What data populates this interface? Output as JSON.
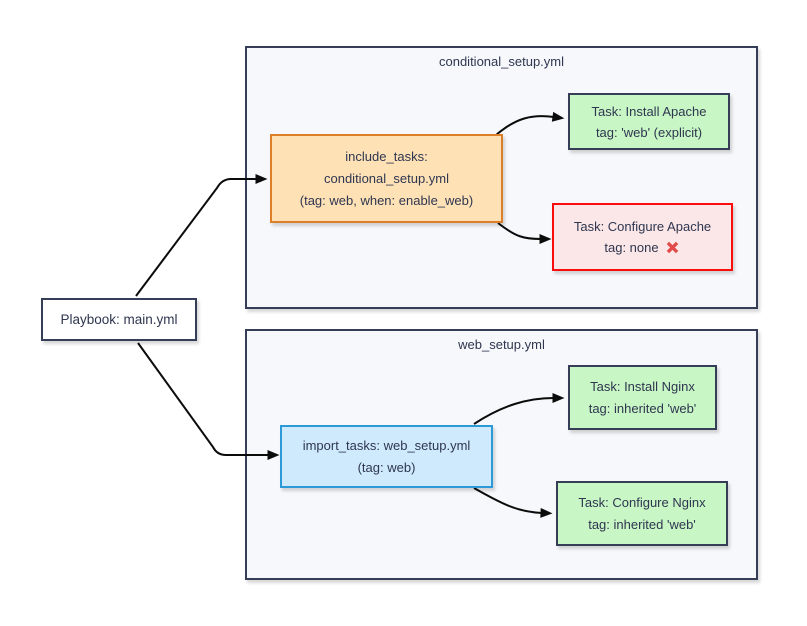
{
  "colors": {
    "stroke_dark": "#363d57",
    "text": "#2e3650",
    "container_fill": "#f7f8fb",
    "orange_fill": "#ffe1b6",
    "orange_stroke": "#dd7e28",
    "blue_fill": "#cfeafc",
    "blue_stroke": "#2d9ad8",
    "green_fill": "#c9f6c5",
    "red_fill": "#fbe7e7",
    "red_stroke": "#fa0d0d",
    "cross": "#e24a4a",
    "arrow": "#0b0b0b"
  },
  "playbook": {
    "label": "Playbook: main.yml"
  },
  "conditional_group": {
    "title": "conditional_setup.yml",
    "include_box": {
      "line1": "include_tasks:",
      "line2": "conditional_setup.yml",
      "line3": "(tag: web, when: enable_web)"
    },
    "task_install_apache": {
      "line1": "Task: Install Apache",
      "line2": "tag: 'web' (explicit)"
    },
    "task_configure_apache": {
      "line1": "Task: Configure Apache",
      "line2": "tag: none"
    }
  },
  "web_group": {
    "title": "web_setup.yml",
    "import_box": {
      "line1": "import_tasks: web_setup.yml",
      "line2": "(tag: web)"
    },
    "task_install_nginx": {
      "line1": "Task: Install Nginx",
      "line2": "tag: inherited 'web'"
    },
    "task_configure_nginx": {
      "line1": "Task: Configure Nginx",
      "line2": "tag: inherited 'web'"
    }
  }
}
